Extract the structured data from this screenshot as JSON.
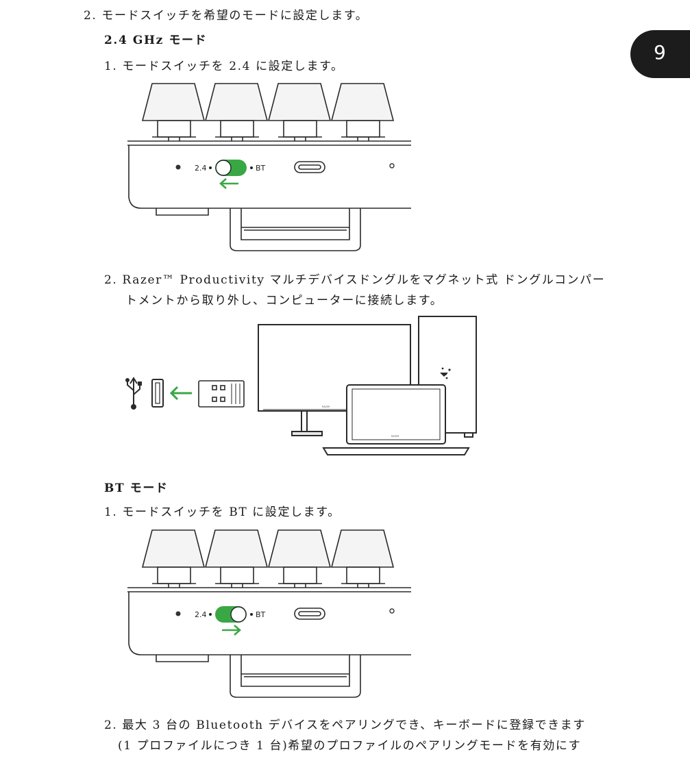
{
  "page_number": "9",
  "step2_heading": "2.  モードスイッチを希望のモードに設定します。",
  "ghz_section": {
    "title": "2.4 GHz モード",
    "step1": "1.  モードスイッチを 2.4 に設定します。",
    "switch_left_label": "2.4",
    "switch_right_label": "BT",
    "step2_line1": "2.  Razer™ Productivity マルチデバイスドングルをマグネット式 ドングルコンパー",
    "step2_line2": "トメントから取り外し、コンピューターに接続します。"
  },
  "bt_section": {
    "title": "BT モード",
    "step1": "1.  モードスイッチを BT に設定します。",
    "switch_left_label": "2.4",
    "switch_right_label": "BT",
    "step2_line1": "2.  最大 3 台の Bluetooth デバイスをペアリングでき、キーボードに登録できます",
    "step2_line2": "(1 プロファイルにつき 1 台)希望のプロファイルのペアリングモードを有効にす"
  },
  "device_brand_text": "RAZER",
  "colors": {
    "accent_green": "#3aa745",
    "tab_bg": "#1c1c1c",
    "line": "#2a2a2a"
  }
}
